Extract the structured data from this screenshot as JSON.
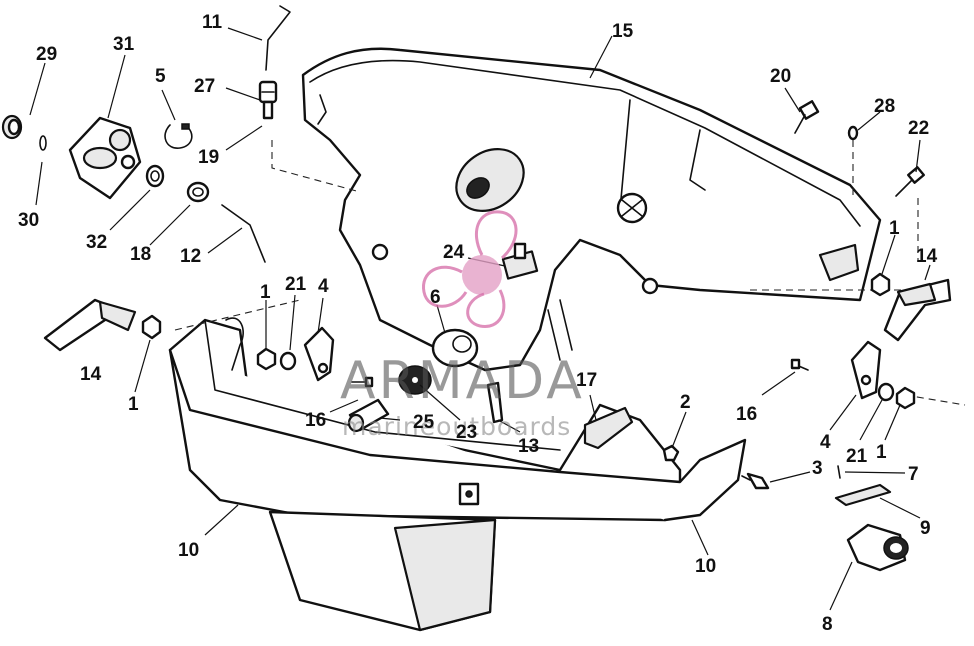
{
  "callouts": {
    "c1a": "1",
    "c1b": "1",
    "c1c": "1",
    "c1d": "1",
    "c2": "2",
    "c3": "3",
    "c4a": "4",
    "c4b": "4",
    "c5": "5",
    "c6": "6",
    "c7": "7",
    "c8": "8",
    "c9": "9",
    "c10a": "10",
    "c10b": "10",
    "c11": "11",
    "c12": "12",
    "c13": "13",
    "c14a": "14",
    "c14b": "14",
    "c15": "15",
    "c16a": "16",
    "c16b": "16",
    "c17": "17",
    "c18": "18",
    "c19": "19",
    "c20": "20",
    "c21a": "21",
    "c21b": "21",
    "c22": "22",
    "c23": "23",
    "c24": "24",
    "c25": "25",
    "c27": "27",
    "c28": "28",
    "c29": "29",
    "c30": "30",
    "c31": "31",
    "c32": "32"
  },
  "watermark": {
    "brand": "ARMADA",
    "tagline": "marineoutboards"
  },
  "colors": {
    "line": "#111111",
    "watermark_logo": "#d46aa6",
    "watermark_text": "#555555"
  }
}
